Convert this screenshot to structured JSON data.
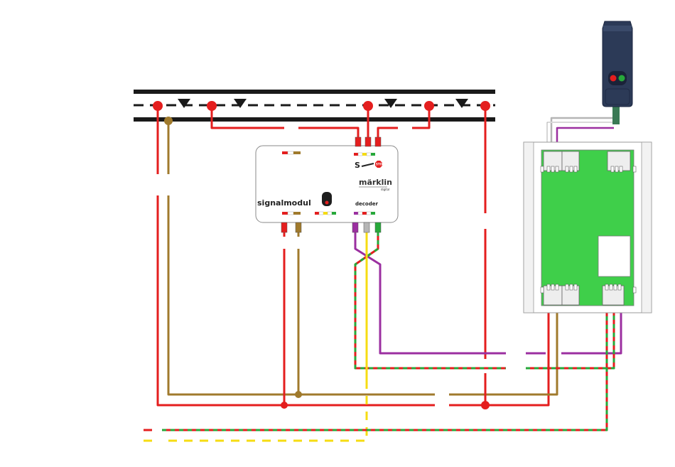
{
  "module": {
    "name": "signalmodul",
    "decoder_label": "decoder",
    "brand": "märklin",
    "brand_sub": "digital",
    "s_label": "S",
    "stop_label": "STOP"
  },
  "colors": {
    "red": "#e41e1e",
    "brown": "#a07a2c",
    "purple": "#9b2fa0",
    "yellow": "#f6dc12",
    "green": "#27a83a",
    "grey": "#b5b5b5",
    "track": "#1a1a1a",
    "board": "#3fcf4a",
    "signal_body": "#2c3a57"
  }
}
